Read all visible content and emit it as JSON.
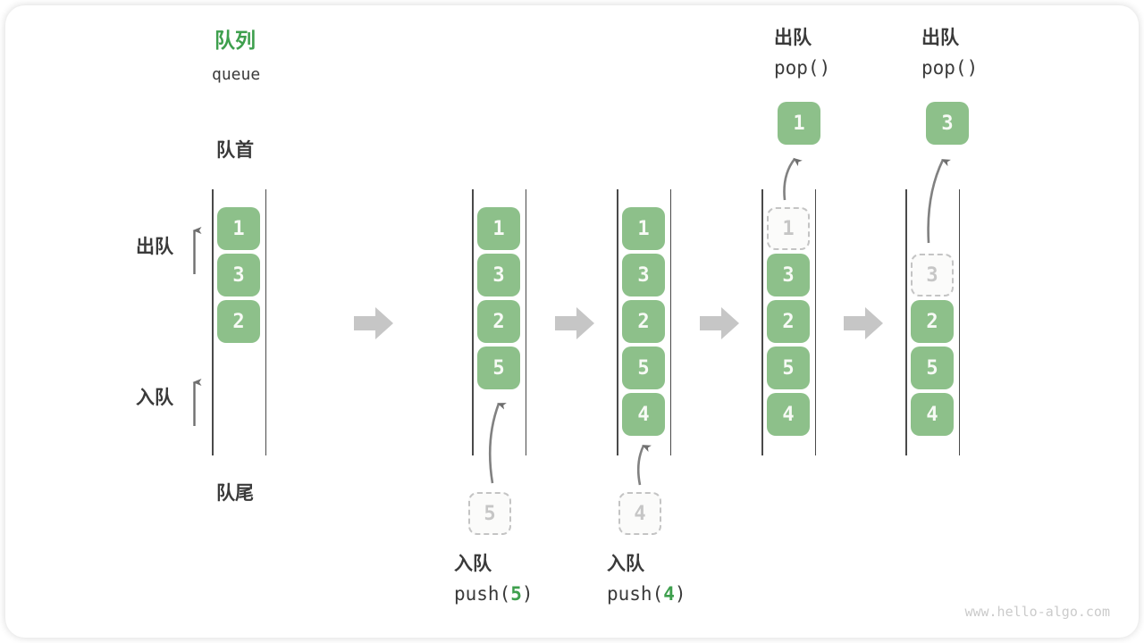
{
  "title": {
    "zh": "队列",
    "en": "queue"
  },
  "labels": {
    "front": "队首",
    "rear": "队尾",
    "dequeue_side": "出队",
    "enqueue_side": "入队"
  },
  "operations": {
    "push5": {
      "zh": "入队",
      "code_pre": "push(",
      "arg": "5",
      "code_post": ")"
    },
    "push4": {
      "zh": "入队",
      "code_pre": "push(",
      "arg": "4",
      "code_post": ")"
    },
    "pop1": {
      "zh": "出队",
      "code": "pop()"
    },
    "pop2": {
      "zh": "出队",
      "code": "pop()"
    }
  },
  "queues": [
    {
      "slots": [
        "1",
        "3",
        "2"
      ]
    },
    {
      "slots": [
        "1",
        "3",
        "2",
        "5"
      ],
      "incoming": "5"
    },
    {
      "slots": [
        "1",
        "3",
        "2",
        "5",
        "4"
      ],
      "incoming": "4"
    },
    {
      "ghost": "1",
      "slots": [
        "3",
        "2",
        "5",
        "4"
      ],
      "popped": "1"
    },
    {
      "ghost": "3",
      "slots": [
        "2",
        "5",
        "4"
      ],
      "popped": "3"
    }
  ],
  "colors": {
    "title_green": "#3e9f4d",
    "box_green": "#8dc08a",
    "box_text": "#f7faf5",
    "ghost_border": "#c4c4c4",
    "ghost_text": "#c6c6c6",
    "wall": "#4a4a4a",
    "label_dark": "#3a3a3a",
    "thin_arrow": "#7e7e7e",
    "block_arrow": "#c6c6c6",
    "watermark": "#cbcbcb"
  },
  "watermark": "www.hello-algo.com"
}
